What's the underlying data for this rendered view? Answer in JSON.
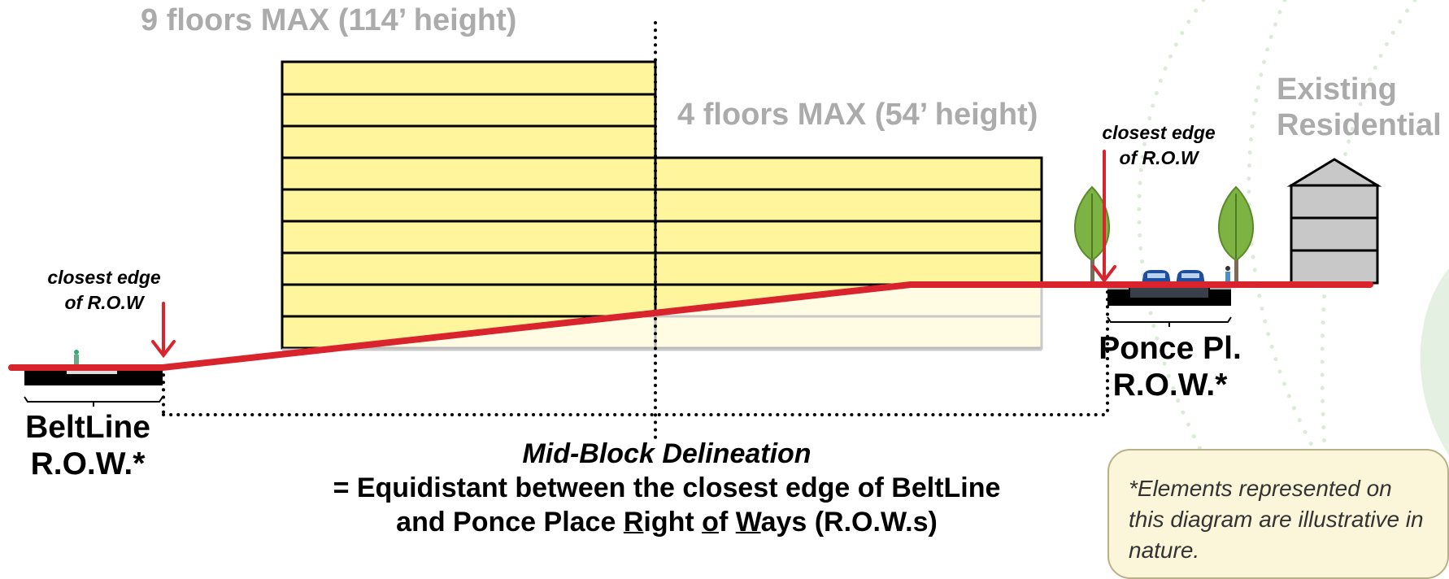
{
  "labels": {
    "height_9": "9 floors MAX (114’ height)",
    "height_4": "4 floors MAX (54’ height)",
    "existing_line1": "Existing",
    "existing_line2": "Residential",
    "closest_edge_right_line1": "closest edge",
    "closest_edge_right_line2": "of R.O.W",
    "closest_edge_left_line1": "closest edge",
    "closest_edge_left_line2": "of R.O.W",
    "beltline_line1": "BeltLine",
    "beltline_line2": "R.O.W.*",
    "ponce_line1": "Ponce Pl.",
    "ponce_line2": "R.O.W.*"
  },
  "caption": {
    "title": "Mid-Block Delineation",
    "line2": "= Equidistant between the closest edge of BeltLine",
    "line3_a": "and Ponce Place ",
    "line3_R": "R",
    "line3_b": "ight ",
    "line3_o": "o",
    "line3_c": "f ",
    "line3_W": "W",
    "line3_d": "ays (R.O.W.s)"
  },
  "note": {
    "text": " *Elements represented on this diagram are illustrative in nature."
  },
  "colors": {
    "building_fill": "#fff59c",
    "building_faded": "#fffbe0",
    "grade_line": "#d9232d",
    "label_gray": "#ababab",
    "tree_green": "#7cb342",
    "house_gray": "#c8c8c8",
    "note_bg": "#fbf6d9"
  }
}
